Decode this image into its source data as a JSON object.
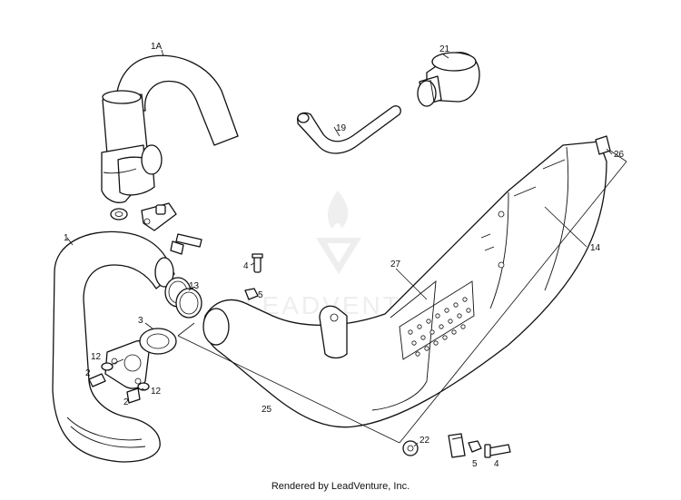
{
  "callouts": {
    "c1A": "1A",
    "c21": "21",
    "c19": "19",
    "c26": "26",
    "c14": "14",
    "c1": "1",
    "c4top": "4",
    "c5top": "5",
    "c13": "13",
    "c27": "27",
    "c3": "3",
    "c12a": "12",
    "c2a": "2",
    "c2b": "2",
    "c12b": "12",
    "c25": "25",
    "c22": "22",
    "c5bot": "5",
    "c4bot": "4"
  },
  "watermark": {
    "text": "LEADVENTURE",
    "color": "#9a9a9a"
  },
  "footer": {
    "caption": "Rendered by LeadVenture, Inc."
  }
}
